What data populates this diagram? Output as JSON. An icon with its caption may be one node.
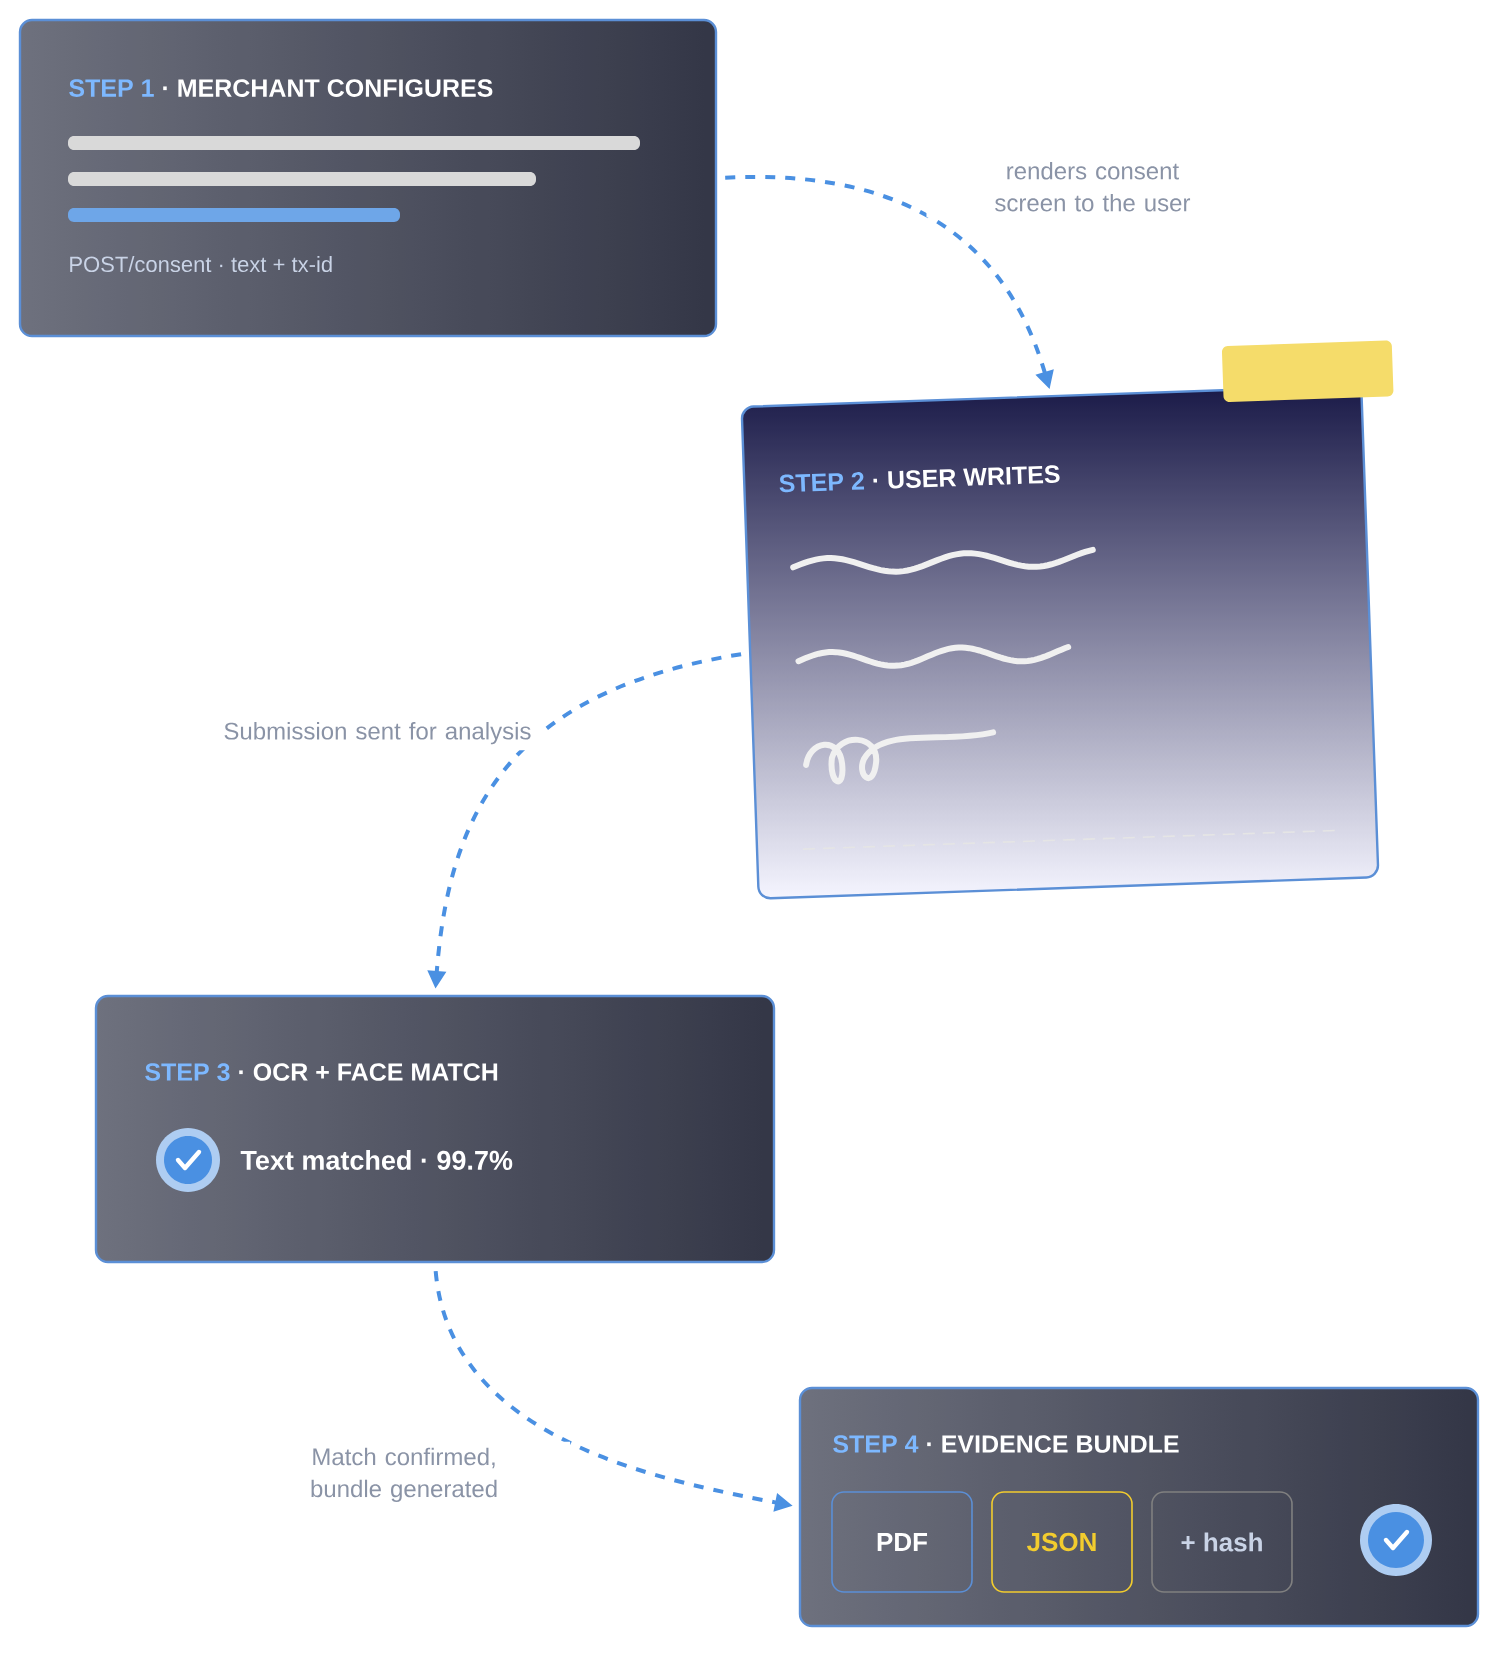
{
  "diagram": {
    "nodes": [
      {
        "text": [
          "STEP 1",
          "· MERCHANT CONFIGURES",
          "POST/consent · text + tx-id"
        ]
      },
      {
        "text": [
          "STEP 2",
          "· USER WRITES"
        ]
      },
      {
        "text": [
          "STEP 3",
          "· OCR + FACE MATCH",
          "Text matched · 99.7%"
        ]
      },
      {
        "text": [
          "STEP 4",
          "· EVIDENCE BUNDLE"
        ]
      },
      {
        "text": [
          "PDF"
        ],
        "in": 3
      },
      {
        "text": [
          "JSON"
        ],
        "in": 3
      },
      {
        "text": [
          "+ hash"
        ],
        "in": 3
      }
    ],
    "edges": [
      {
        "from": 0,
        "to": 1,
        "arrow": "to",
        "style": "dashed",
        "label": "renders consent screen to the user"
      },
      {
        "from": 1,
        "to": 2,
        "arrow": "to",
        "style": "dashed",
        "label": "Submission sent for analysis"
      },
      {
        "from": 2,
        "to": 3,
        "arrow": "to",
        "style": "dashed",
        "label": "Match confirmed, bundle generated"
      }
    ]
  }
}
